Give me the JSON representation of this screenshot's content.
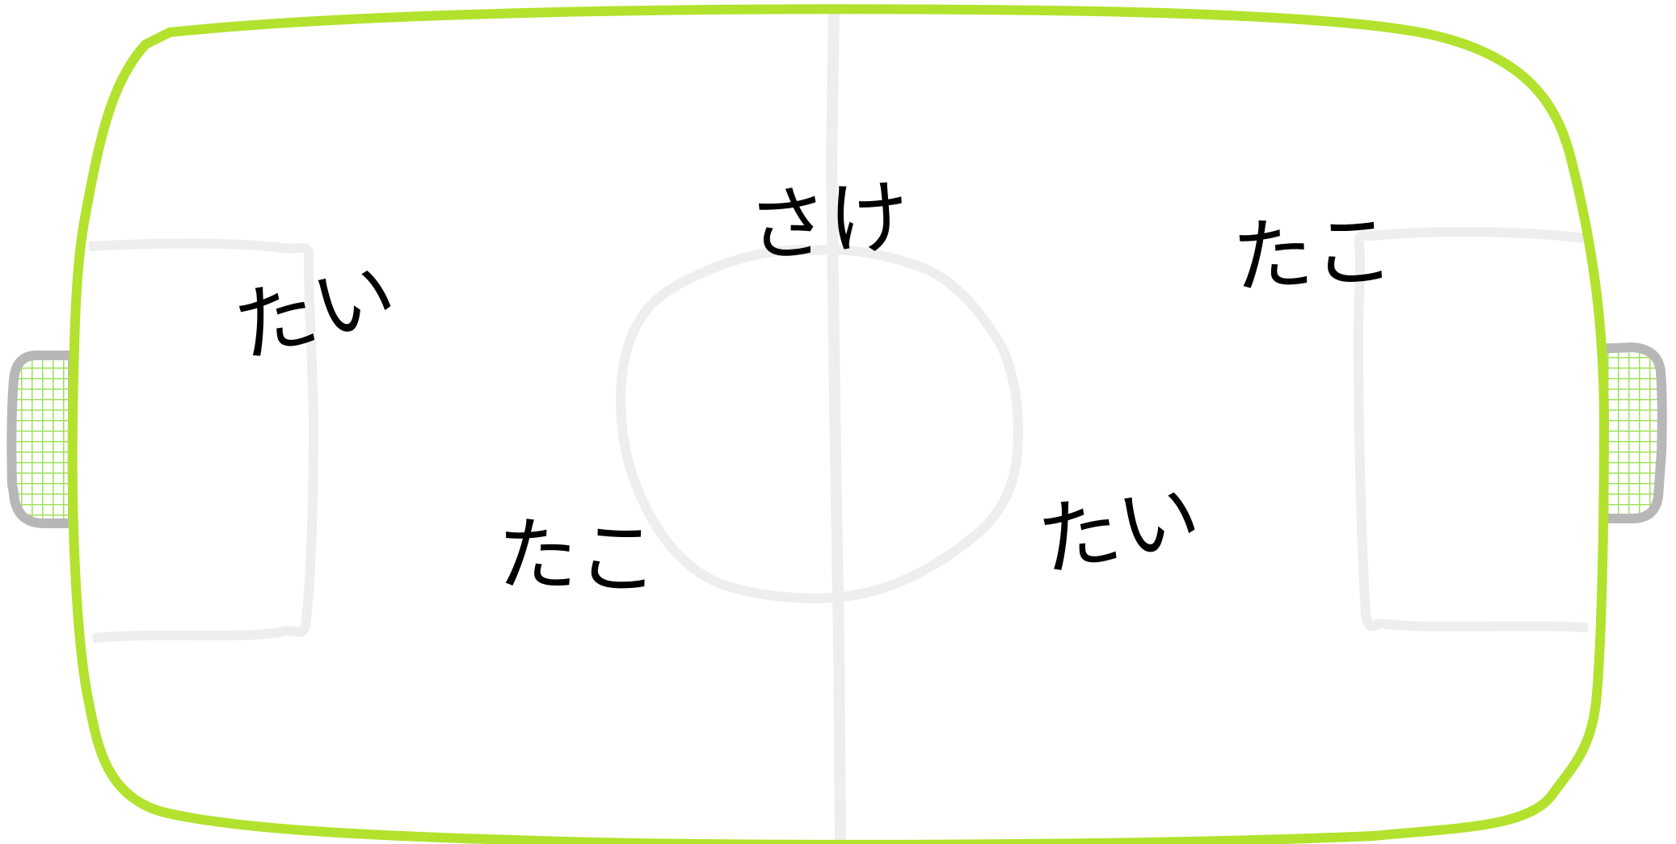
{
  "colors": {
    "field_border": "#b2e22e",
    "field_lines": "#eeeeee",
    "goal_frame": "#b7b7b7",
    "goal_net": "#9ee25a",
    "word_text": "#000000"
  },
  "words": {
    "tai_left": "たい",
    "sake_top": "さけ",
    "tako_right": "たこ",
    "tako_left": "たこ",
    "tai_right": "たい"
  }
}
